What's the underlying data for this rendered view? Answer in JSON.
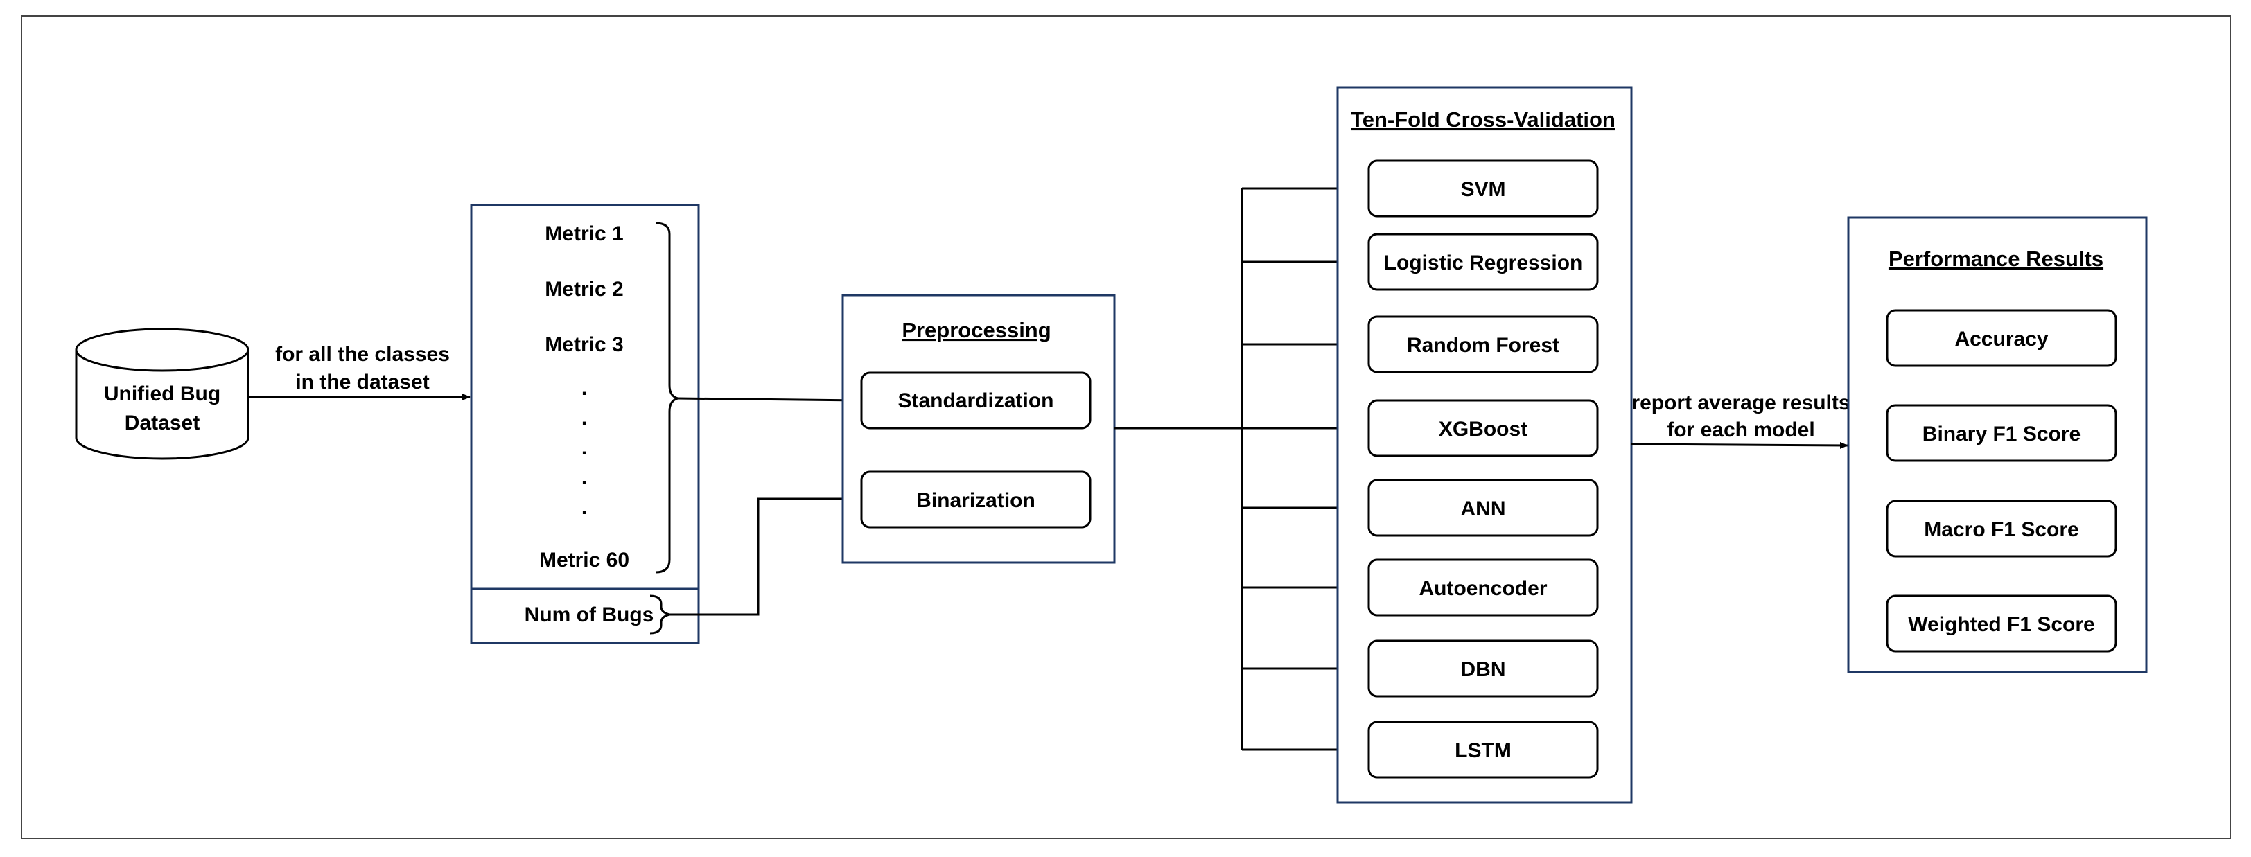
{
  "source": {
    "line1": "Unified Bug",
    "line2": "Dataset"
  },
  "edge_labels": {
    "classes_line1": "for all the classes",
    "classes_line2": "in the dataset",
    "report_line1": "report average results",
    "report_line2": "for each model"
  },
  "metrics": {
    "items": [
      "Metric 1",
      "Metric 2",
      "Metric 3"
    ],
    "dots": [
      ".",
      ".",
      ".",
      ".",
      "."
    ],
    "last": "Metric 60",
    "bugs": "Num of Bugs"
  },
  "preprocessing": {
    "title": "Preprocessing",
    "steps": [
      "Standardization",
      "Binarization"
    ]
  },
  "cross_validation": {
    "title": "Ten-Fold Cross-Validation",
    "models": [
      "SVM",
      "Logistic Regression",
      "Random Forest",
      "XGBoost",
      "ANN",
      "Autoencoder",
      "DBN",
      "LSTM"
    ]
  },
  "performance": {
    "title": "Performance Results",
    "metrics": [
      "Accuracy",
      "Binary F1 Score",
      "Macro F1 Score",
      "Weighted F1 Score"
    ]
  }
}
